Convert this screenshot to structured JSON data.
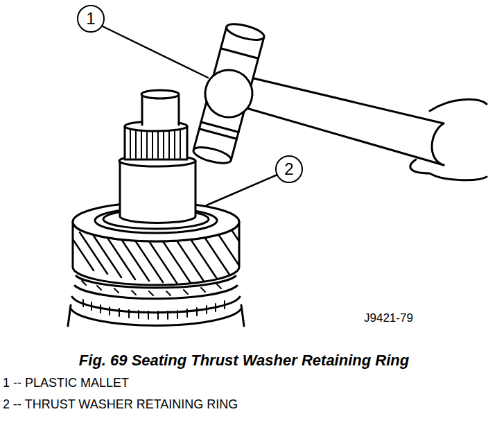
{
  "diagram": {
    "caption": "Fig. 69 Seating Thrust Washer Retaining Ring",
    "nodes": [
      {
        "text": [
          "1"
        ]
      },
      {
        "text": [
          "2"
        ]
      }
    ],
    "labels": [
      "J9421-79",
      "1 -- PLASTIC MALLET",
      "2 -- THRUST WASHER RETAINING RING"
    ]
  }
}
